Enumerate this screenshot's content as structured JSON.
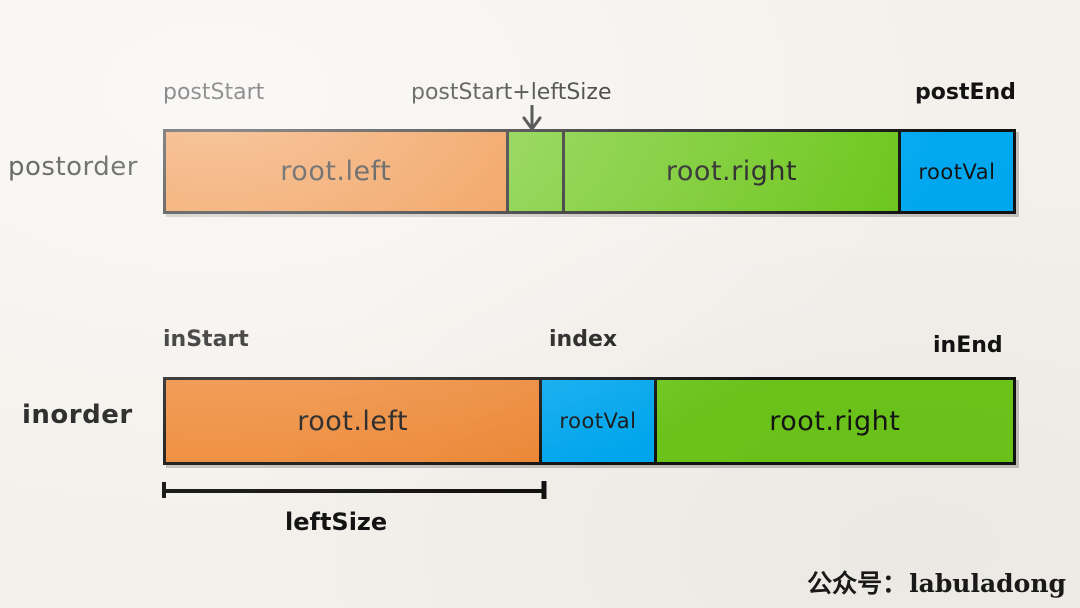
{
  "meta": {
    "background_color": "#f4f1ec",
    "stroke_color": "#111111",
    "text_color": "#121212"
  },
  "palette": {
    "orange": "#ee8733",
    "green": "#6cc川",
    "green_hex": "#6cc61a",
    "blue": "#00a8f0"
  },
  "rows": [
    {
      "id": "postorder",
      "label": "postorder",
      "markers": [
        {
          "id": "postStart",
          "text": "postStart"
        },
        {
          "id": "postStartPlusLeftSize",
          "text": "postStart+leftSize"
        },
        {
          "id": "postEnd",
          "text": "postEnd"
        }
      ],
      "segments": [
        {
          "id": "post-left",
          "text": "root.left",
          "color": "#ee8733"
        },
        {
          "id": "post-gap",
          "text": "",
          "color": "#6cc61a"
        },
        {
          "id": "post-right",
          "text": "root.right",
          "color": "#6cc61a"
        },
        {
          "id": "post-rootval",
          "text": "rootVal",
          "color": "#00a8f0"
        }
      ]
    },
    {
      "id": "inorder",
      "label": "inorder",
      "markers": [
        {
          "id": "inStart",
          "text": "inStart"
        },
        {
          "id": "index",
          "text": "index"
        },
        {
          "id": "inEnd",
          "text": "inEnd"
        }
      ],
      "segments": [
        {
          "id": "in-left",
          "text": "root.left",
          "color": "#ee8733"
        },
        {
          "id": "in-rootval",
          "text": "rootVal",
          "color": "#00a8f0"
        },
        {
          "id": "in-right",
          "text": "root.right",
          "color": "#6cc61a"
        }
      ]
    }
  ],
  "bracket": {
    "label": "leftSize"
  },
  "watermark": {
    "prefix": "公众号：",
    "name": "labuladong"
  }
}
